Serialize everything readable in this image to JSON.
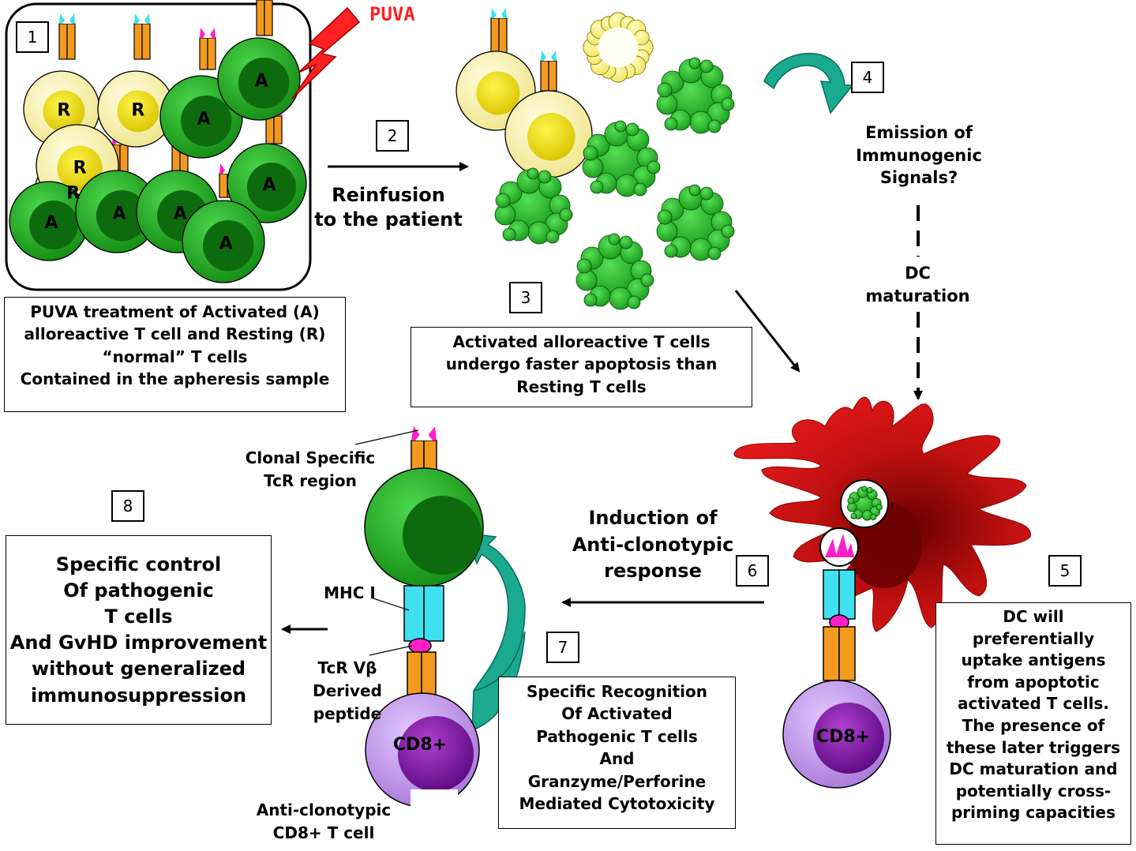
{
  "puva_label": "PUVA",
  "steps": {
    "s1": "1",
    "s2": "2",
    "s3": "3",
    "s4": "4",
    "s5": "5",
    "s6": "6",
    "s7": "7",
    "s8": "8"
  },
  "cell_letters": {
    "resting": "R",
    "activated": "A"
  },
  "cd8_label": "CD8+",
  "box1_text": [
    "PUVA treatment of Activated (A)",
    "alloreactive T cell and Resting (R)",
    "“normal” T cells",
    "Contained in the apheresis sample"
  ],
  "reinfusion_text": [
    "Reinfusion",
    "to the patient"
  ],
  "box3_text": [
    "Activated alloreactive T cells",
    "undergo faster apoptosis than",
    "Resting T cells"
  ],
  "immunogenic_text": [
    "Emission of",
    "Immunogenic",
    "Signals?"
  ],
  "dc_maturation_text": [
    "DC",
    "maturation"
  ],
  "box5_text": [
    "DC will",
    "preferentially",
    "uptake antigens",
    "from apoptotic",
    "activated T cells.",
    "The presence of",
    "these later triggers",
    "DC maturation and",
    "potentially cross-",
    "priming capacities"
  ],
  "induction_text": [
    "Induction of",
    "Anti-clonotypic",
    "response"
  ],
  "box7_text": [
    "Specific Recognition",
    "Of Activated",
    "Pathogenic T cells",
    "And",
    "Granzyme/Perforine",
    "Mediated Cytotoxicity"
  ],
  "box8_text": [
    "Specific control",
    "Of pathogenic",
    "T cells",
    "And GvHD improvement",
    "without generalized",
    "immunosuppression"
  ],
  "clonal_label": [
    "Clonal Specific",
    "TcR region"
  ],
  "mhc_label": "MHC I",
  "tcr_label": [
    "TcR Vβ",
    "Derived",
    "peptide"
  ],
  "anticlonotypic_label": [
    "Anti-clonotypic",
    "CD8+ T cell"
  ],
  "colors": {
    "activated": "#22a822",
    "activated_dark": "#0d6b0d",
    "resting": "#f6f0a0",
    "resting_core": "#e8d800",
    "dc_red": "#d01010",
    "cd8": "#c49ae8",
    "cd8_core": "#7a1ea0",
    "receptor": "#f39a1e",
    "cyan": "#40e0f0",
    "magenta": "#ff20c8",
    "teal_arrow": "#1aaa90",
    "puva_red": "#ff2020"
  }
}
